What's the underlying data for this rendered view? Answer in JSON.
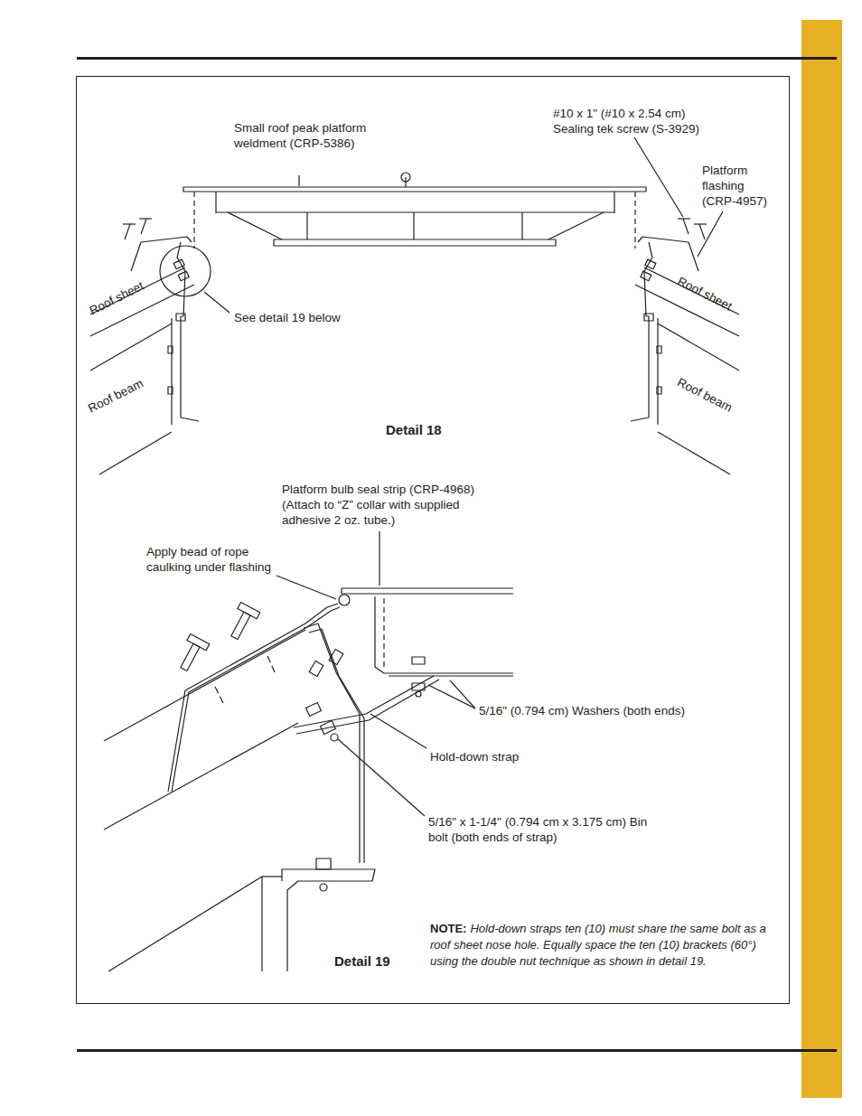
{
  "diagram": {
    "labels": [
      "Small roof peak platform weldment (CRP-5386)",
      "#10 x 1\" (#10 x 2.54 cm) Sealing tek screw (S-3929)",
      "Platform flashing (CRP-4957)",
      "Roof sheet",
      "Roof sheet",
      "See detail 19 below",
      "Roof beam",
      "Roof beam",
      "Detail 18",
      "Platform bulb seal strip (CRP-4968) (Attach to “Z” collar with supplied adhesive 2 oz. tube.)",
      "Apply bead of rope caulking under flashing",
      "5/16\" (0.794 cm) Washers (both ends)",
      "Hold-down strap",
      "5/16\" x 1-1/4\" (0.794 cm x 3.175 cm) Bin bolt (both ends of strap)",
      "NOTE:",
      "Hold-down straps ten (10) must share the same bolt as a roof sheet nose hole. Equally space the ten (10) brackets (60°) using the double nut technique as shown in detail 19.",
      "Detail 19"
    ]
  }
}
